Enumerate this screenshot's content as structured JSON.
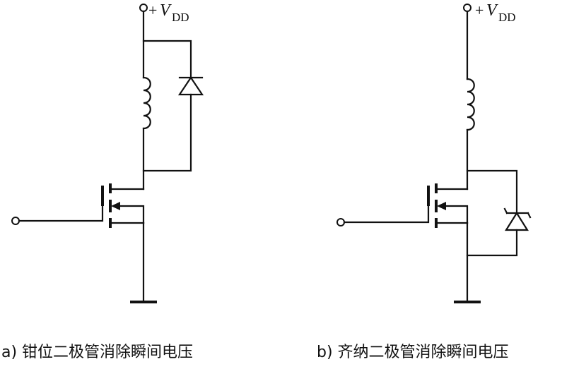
{
  "supply": {
    "plus": "+",
    "symbol": "V",
    "subscript": "DD"
  },
  "captions": {
    "a": "a) 钳位二极管消除瞬间电压",
    "b": "b) 齐纳二极管消除瞬间电压"
  }
}
